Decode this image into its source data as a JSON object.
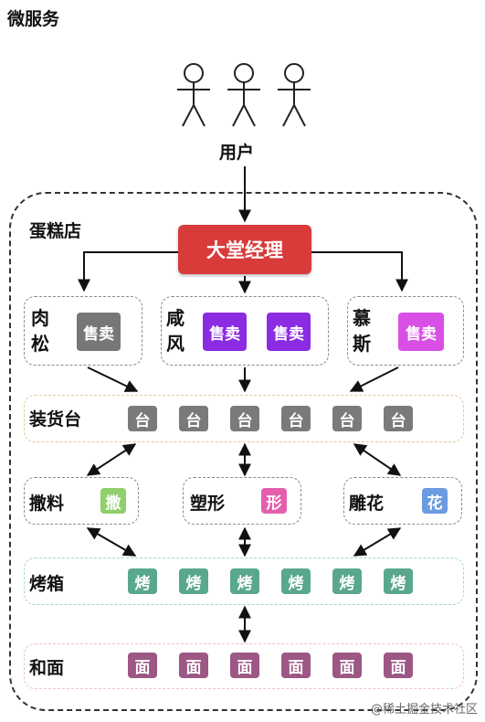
{
  "title": "微服务",
  "user_label": "用户",
  "shop_label": "蛋糕店",
  "manager_label": "大堂经理",
  "colors": {
    "manager": "#d93a3a",
    "sell_rousong": "#777777",
    "sell_xianfeng": "#8b2be2",
    "sell_musi": "#d94fe6",
    "platform": "#7a7a7a",
    "sprinkle": "#8fd06b",
    "shape": "#e35fae",
    "flower": "#6b9be0",
    "bake": "#5aa88c",
    "dough": "#9c5785"
  },
  "sellers": {
    "rousong": {
      "chars": [
        "肉",
        "松"
      ],
      "tiles": [
        "售卖"
      ]
    },
    "xianfeng": {
      "chars": [
        "咸",
        "风"
      ],
      "tiles": [
        "售卖",
        "售卖"
      ]
    },
    "musi": {
      "chars": [
        "慕",
        "斯"
      ],
      "tiles": [
        "售卖"
      ]
    }
  },
  "platform_row": {
    "label": "装货台",
    "tiles": [
      "台",
      "台",
      "台",
      "台",
      "台",
      "台"
    ]
  },
  "mid_row": {
    "sprinkle": {
      "label": "撒料",
      "tile": "撒"
    },
    "shape": {
      "label": "塑形",
      "tile": "形"
    },
    "flower": {
      "label": "雕花",
      "tile": "花"
    }
  },
  "bake_row": {
    "label": "烤箱",
    "tiles": [
      "烤",
      "烤",
      "烤",
      "烤",
      "烤",
      "烤"
    ]
  },
  "dough_row": {
    "label": "和面",
    "tiles": [
      "面",
      "面",
      "面",
      "面",
      "面",
      "面"
    ]
  },
  "watermark": "@稀土掘金技术社区"
}
